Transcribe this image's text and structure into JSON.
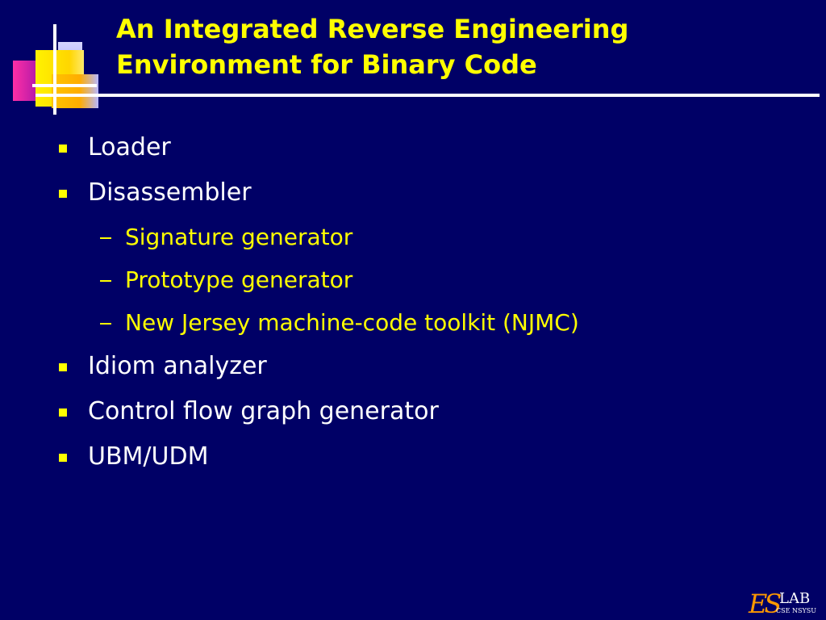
{
  "slide": {
    "title_lines": [
      "An Integrated Reverse Engineering",
      "Environment for Binary Code"
    ],
    "bullets": [
      {
        "text": "Loader",
        "level": 1
      },
      {
        "text": "Disassembler",
        "level": 1
      },
      {
        "text": "Signature generator",
        "level": 2
      },
      {
        "text": "Prototype generator",
        "level": 2
      },
      {
        "text": "New Jersey machine-code toolkit (NJMC)",
        "level": 2
      },
      {
        "text": "Idiom analyzer",
        "level": 1
      },
      {
        "text": "Control flow graph generator",
        "level": 1
      },
      {
        "text": "UBM/UDM",
        "level": 1
      }
    ]
  },
  "logo": {
    "mark": "ES",
    "name": "LAB",
    "subtitle": "CSE NSYSU"
  },
  "colors": {
    "background": "#000066",
    "title": "#ffff00",
    "level1_text": "#ffffff",
    "level2_text": "#ffff00",
    "bullet_marker": "#ffff00",
    "logo_mark": "#ff9900"
  }
}
